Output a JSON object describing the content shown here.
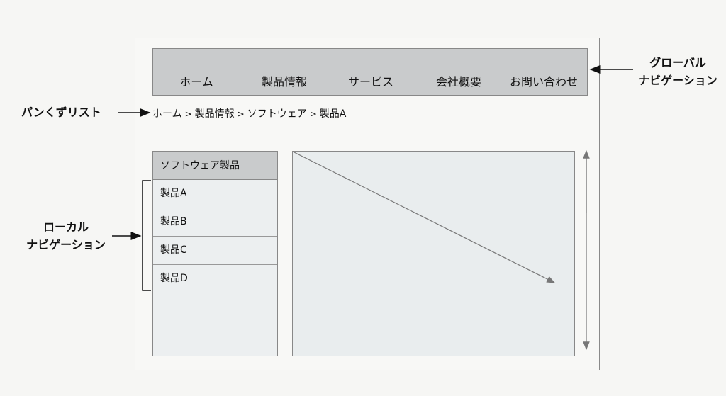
{
  "global_nav": {
    "items": [
      "ホーム",
      "製品情報",
      "サービス",
      "会社概要",
      "お問い合わせ"
    ]
  },
  "breadcrumb": {
    "links": [
      "ホーム",
      "製品情報",
      "ソフトウェア"
    ],
    "current": "製品A",
    "separator": ">"
  },
  "local_nav": {
    "header": "ソフトウェア製品",
    "items": [
      "製品A",
      "製品B",
      "製品C",
      "製品D"
    ]
  },
  "annotations": {
    "global_nav_line1": "グローバル",
    "global_nav_line2": "ナビゲーション",
    "breadcrumb": "パンくずリスト",
    "local_nav_line1": "ローカル",
    "local_nav_line2": "ナビゲーション"
  }
}
